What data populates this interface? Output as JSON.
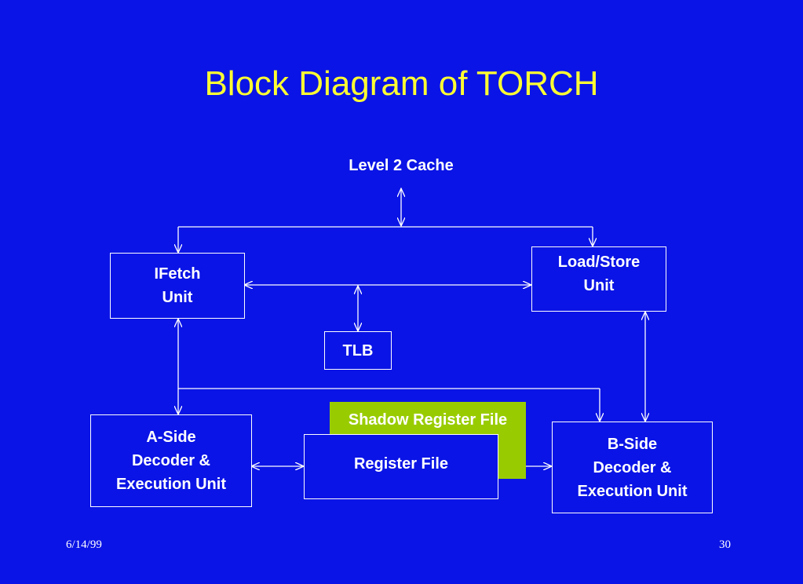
{
  "slide": {
    "title": "Block Diagram of TORCH",
    "background": "#0a14e6",
    "title_color": "#ffff33",
    "date": "6/14/99",
    "page_number": "30"
  },
  "diagram": {
    "level2_cache": "Level 2 Cache",
    "ifetch": {
      "line1": "IFetch",
      "line2": "Unit"
    },
    "load_store": {
      "line1": "Load/Store",
      "line2": "Unit"
    },
    "tlb": "TLB",
    "a_side": {
      "line1": "A-Side",
      "line2": "Decoder &",
      "line3": "Execution Unit"
    },
    "shadow_register_file": "Shadow Register File",
    "shadow_color": "#99cc00",
    "register_file": "Register File",
    "b_side": {
      "line1": "B-Side",
      "line2": "Decoder &",
      "line3": "Execution Unit"
    }
  }
}
